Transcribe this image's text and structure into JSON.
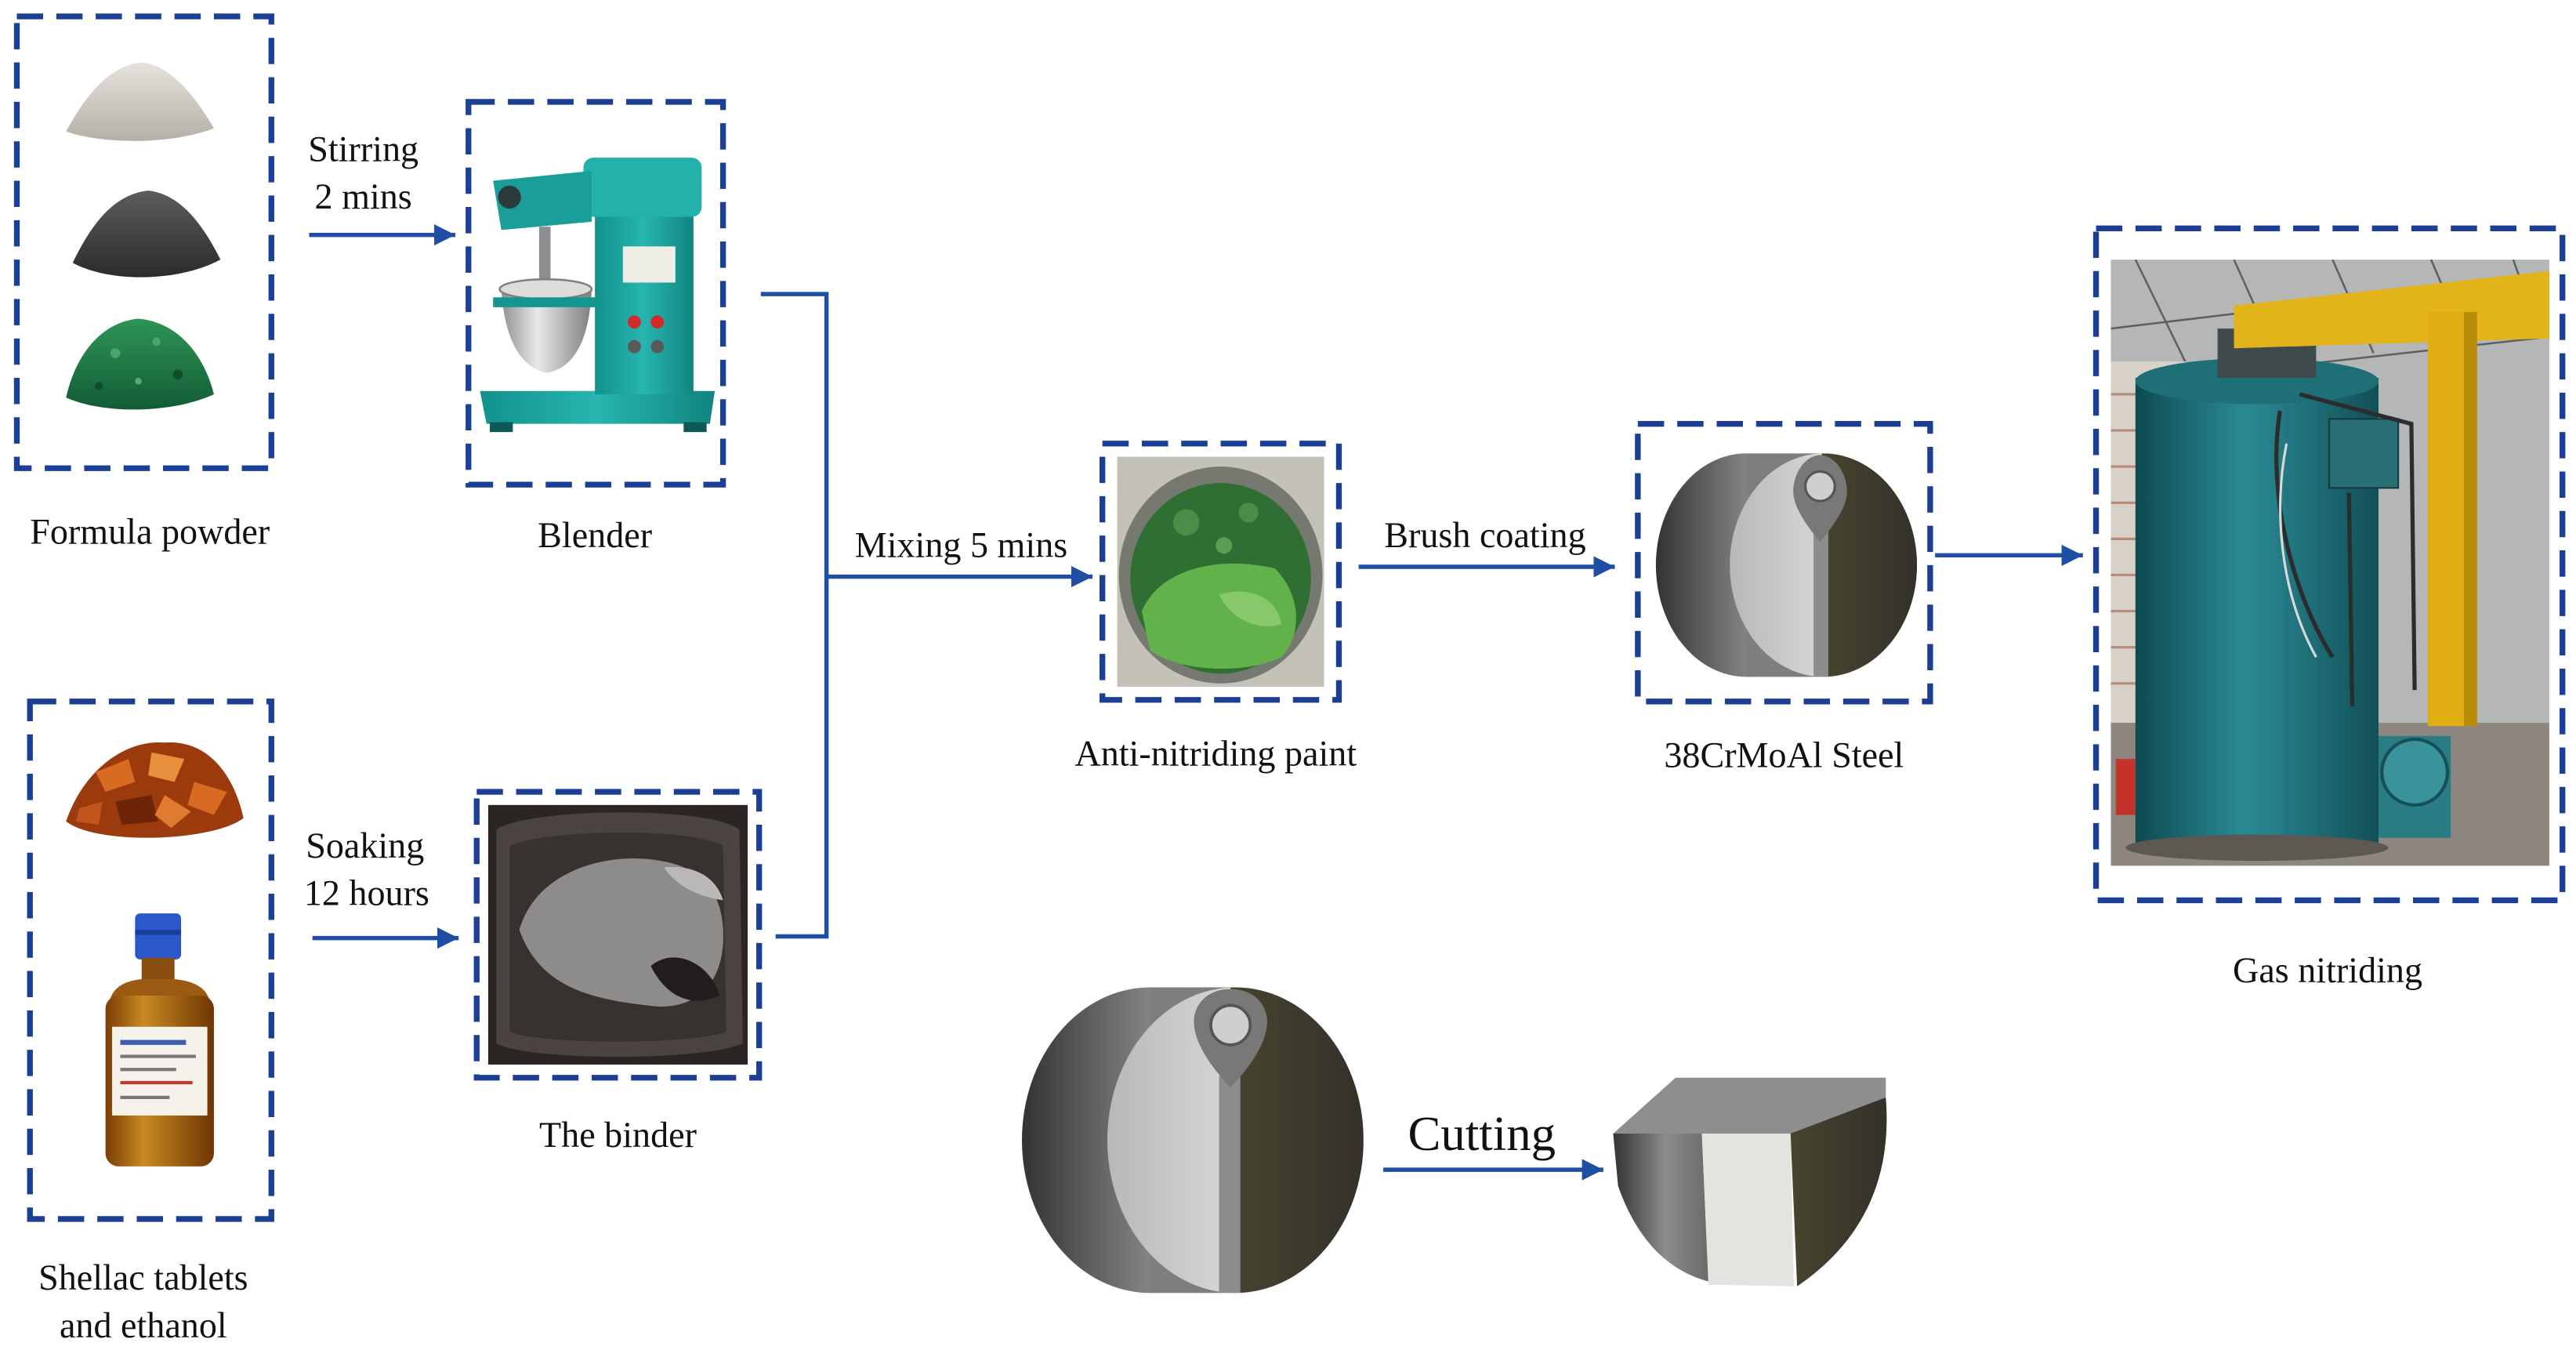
{
  "colors": {
    "frame": "#1b3f94",
    "connector": "#1f4fa5",
    "text": "#111111"
  },
  "nodes": {
    "formula_powder": {
      "label": "Formula powder"
    },
    "blender": {
      "label": "Blender"
    },
    "shellac_ethanol": {
      "label_lines": [
        "Shellac tablets",
        "and ethanol"
      ]
    },
    "binder": {
      "label": "The binder"
    },
    "anti_nitriding_paint": {
      "label": "Anti-nitriding paint"
    },
    "steel": {
      "label": "38CrMoAl Steel"
    },
    "gas_nitriding": {
      "label": "Gas nitriding"
    }
  },
  "steps": {
    "stirring": {
      "label_lines": [
        "Stirring",
        "2 mins"
      ]
    },
    "soaking": {
      "label_lines": [
        "Soaking",
        "12 hours"
      ]
    },
    "mixing": {
      "label": "Mixing 5 mins"
    },
    "brush_coating": {
      "label": "Brush coating"
    },
    "cutting": {
      "label": "Cutting"
    }
  }
}
